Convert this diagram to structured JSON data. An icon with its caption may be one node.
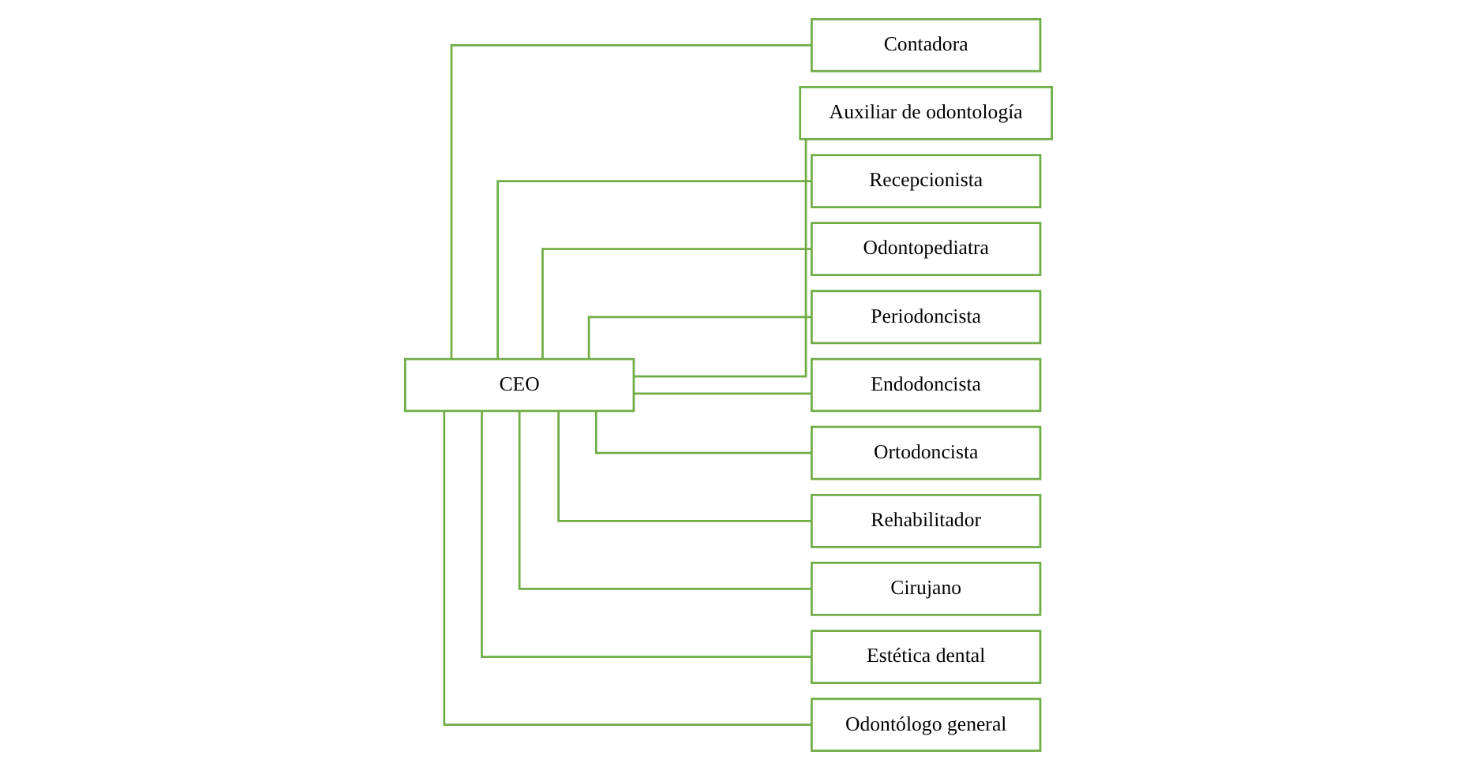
{
  "diagram": {
    "nodes": [
      {
        "text": [
          "CEO"
        ]
      },
      {
        "text": [
          "Contadora"
        ]
      },
      {
        "text": [
          "Auxiliar de odontología"
        ]
      },
      {
        "text": [
          "Recepcionista"
        ]
      },
      {
        "text": [
          "Odontopediatra"
        ]
      },
      {
        "text": [
          "Periodoncista"
        ]
      },
      {
        "text": [
          "Endodoncista"
        ]
      },
      {
        "text": [
          "Ortodoncista"
        ]
      },
      {
        "text": [
          "Rehabilitador"
        ]
      },
      {
        "text": [
          "Cirujano"
        ]
      },
      {
        "text": [
          "Estética dental"
        ]
      },
      {
        "text": [
          "Odontólogo general"
        ]
      }
    ],
    "edges": [
      {
        "from": 0,
        "to": 1,
        "arrow": "none"
      },
      {
        "from": 0,
        "to": 2,
        "arrow": "none"
      },
      {
        "from": 0,
        "to": 3,
        "arrow": "none"
      },
      {
        "from": 0,
        "to": 4,
        "arrow": "none"
      },
      {
        "from": 0,
        "to": 5,
        "arrow": "none"
      },
      {
        "from": 0,
        "to": 6,
        "arrow": "none"
      },
      {
        "from": 0,
        "to": 7,
        "arrow": "none"
      },
      {
        "from": 0,
        "to": 8,
        "arrow": "none"
      },
      {
        "from": 0,
        "to": 9,
        "arrow": "none"
      },
      {
        "from": 0,
        "to": 10,
        "arrow": "none"
      },
      {
        "from": 0,
        "to": 11,
        "arrow": "none"
      }
    ]
  }
}
